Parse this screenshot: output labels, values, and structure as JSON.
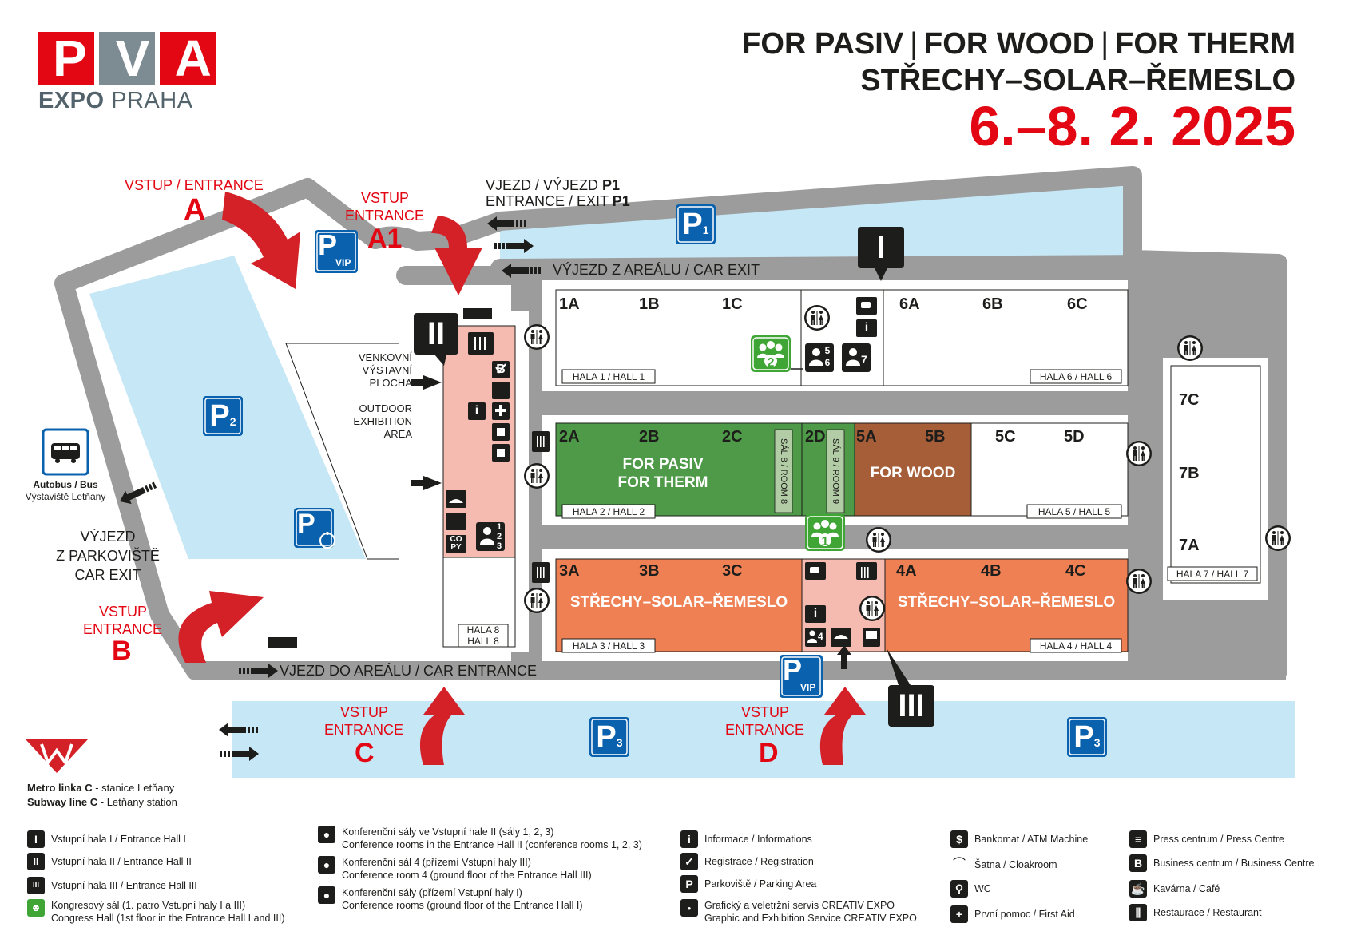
{
  "logo": {
    "brand": "PVA",
    "sub1": "EXPO",
    "sub2": " PRAHA"
  },
  "header": {
    "events": [
      "FOR PASIV",
      "FOR WOOD",
      "FOR THERM"
    ],
    "subtitle": "STŘECHY–SOLAR–ŘEMESLO",
    "dates": "6.–8. 2. 2025"
  },
  "colors": {
    "brand_red": "#e30613",
    "logo_grey": "#7d8b93",
    "road": "#9c9c9c",
    "parking": "#c6e7f5",
    "green_hall": "#4f9a48",
    "brown_hall": "#a65e38",
    "orange_hall": "#ef8054",
    "pink_entrance": "#f6bbb0",
    "parking_sign": "#0a61ad"
  },
  "entrances": {
    "a_label": "VSTUP / ENTRANCE",
    "a_letter": "A",
    "a1_label1": "VSTUP",
    "a1_label2": "ENTRANCE",
    "a1_letter": "A1",
    "b_label1": "VSTUP",
    "b_label2": "ENTRANCE",
    "b_letter": "B",
    "c_label1": "VSTUP",
    "c_label2": "ENTRANCE",
    "c_letter": "C",
    "d_label1": "VSTUP",
    "d_label2": "ENTRANCE",
    "d_letter": "D"
  },
  "roads": {
    "p1_line1_a": "VJEZD / VÝJEZD ",
    "p1_line1_b": "P1",
    "p1_line2_a": "ENTRANCE / EXIT ",
    "p1_line2_b": "P1",
    "car_exit": "VÝJEZD Z AREÁLU / CAR EXIT",
    "car_entrance": "VJEZD DO AREÁLU / CAR ENTRANCE",
    "parking_exit1": "VÝJEZD",
    "parking_exit2": "Z PARKOVIŠTĚ",
    "parking_exit3": "CAR EXIT"
  },
  "parking": {
    "p1": "P",
    "p1_sub": "1",
    "p2": "P",
    "p2_sub": "2",
    "p3": "P",
    "p3_sub": "3",
    "vip": "VIP"
  },
  "outdoor": {
    "cz1": "VENKOVNÍ",
    "cz2": "VÝSTAVNÍ",
    "cz3": "PLOCHA",
    "en1": "OUTDOOR",
    "en2": "EXHIBITION",
    "en3": "AREA"
  },
  "bus": {
    "label1": "Autobus / Bus",
    "label2": "Výstaviště Letňany"
  },
  "metro": {
    "line1_b": "Metro linka C",
    "line1_r": " - stanice Letňany",
    "line2_b": "Subway line C",
    "line2_r": " - Letňany station"
  },
  "entrance_halls": {
    "one": "I",
    "two": "II",
    "three": "III"
  },
  "halls": {
    "h1": {
      "label": "HALA 1 / HALL 1",
      "stands": [
        "1A",
        "1B",
        "1C"
      ]
    },
    "h6": {
      "label": "HALA 6 / HALL 6",
      "stands": [
        "6A",
        "6B",
        "6C"
      ]
    },
    "h2": {
      "label": "HALA 2 / HALL 2",
      "stands": [
        "2A",
        "2B",
        "2C"
      ],
      "event1": "FOR PASIV",
      "event2": "FOR THERM"
    },
    "h5": {
      "label": "HALA 5 / HALL 5",
      "stands": [
        "5A",
        "5B",
        "5C",
        "5D"
      ],
      "event": "FOR WOOD"
    },
    "room8": "SÁL 8 / ROOM 8",
    "room9": "SÁL 9 / ROOM 9",
    "stand_2d": "2D",
    "h3": {
      "label": "HALA 3 / HALL 3",
      "stands": [
        "3A",
        "3B",
        "3C"
      ],
      "event": "STŘECHY–SOLAR–ŘEMESLO"
    },
    "h4": {
      "label": "HALA 4 / HALL 4",
      "stands": [
        "4A",
        "4B",
        "4C"
      ],
      "event": "STŘECHY–SOLAR–ŘEMESLO"
    },
    "h7": {
      "label": "HALA 7 / HALL 7",
      "stands": [
        "7C",
        "7B",
        "7A"
      ]
    },
    "h8": {
      "label1": "HALA 8",
      "label2": "HALL 8"
    }
  },
  "icon_text": {
    "info": "i",
    "business": "B",
    "copy1": "CO",
    "copy2": "PY",
    "congress1": "1",
    "congress2": "2",
    "rooms123": "1 2 3",
    "room4": "4",
    "rooms56": "5 6",
    "room7": "7"
  },
  "legend": {
    "c1": [
      {
        "icon": "I",
        "text": "Vstupní hala I / Entrance Hall I"
      },
      {
        "icon": "II",
        "text": "Vstupní hala II / Entrance Hall II"
      },
      {
        "icon": "III",
        "text": "Vstupní hala III / Entrance Hall III"
      },
      {
        "icon": "congress-icon",
        "line1": "Kongresový sál (1. patro Vstupní haly I a III)",
        "line2": "Congress Hall (1st floor in the Entrance Hall I and III)"
      }
    ],
    "c2": [
      {
        "icon": "conference-rooms-123-icon",
        "line1": "Konferenční sály ve Vstupní hale II (sály 1, 2, 3)",
        "line2": "Conference rooms in the Entrance Hall II (conference rooms 1, 2, 3)"
      },
      {
        "icon": "conference-room-4-icon",
        "line1": "Konferenční sál 4 (přízemí Vstupní haly III)",
        "line2": "Conference room 4 (ground floor of the Entrance Hall III)"
      },
      {
        "icon": "conference-rooms-56-7-icon",
        "line1": "Konferenční sály (přízemí Vstupní haly I)",
        "line2": "Conference rooms (ground floor of the Entrance Hall I)"
      }
    ],
    "c3": [
      {
        "icon": "info-icon",
        "text": "Informace / Informations"
      },
      {
        "icon": "registration-icon",
        "text": "Registrace / Registration"
      },
      {
        "icon": "parking-icon",
        "text": "Parkoviště / Parking Area"
      },
      {
        "icon": "copy-icon",
        "line1": "Grafický a veletržní servis CREATIV EXPO",
        "line2": "Graphic and Exhibition Service CREATIV EXPO"
      }
    ],
    "c4": [
      {
        "icon": "atm-icon",
        "text": "Bankomat / ATM Machine"
      },
      {
        "icon": "cloakroom-icon",
        "text": "Šatna / Cloakroom"
      },
      {
        "icon": "wc-icon",
        "text": "WC"
      },
      {
        "icon": "first-aid-icon",
        "text": "První pomoc / First Aid"
      }
    ],
    "c5": [
      {
        "icon": "press-icon",
        "text": "Press centrum / Press Centre"
      },
      {
        "icon": "business-icon",
        "text": "Business centrum / Business Centre"
      },
      {
        "icon": "cafe-icon",
        "text": "Kavárna / Café"
      },
      {
        "icon": "restaurant-icon",
        "text": "Restaurace / Restaurant"
      }
    ]
  }
}
